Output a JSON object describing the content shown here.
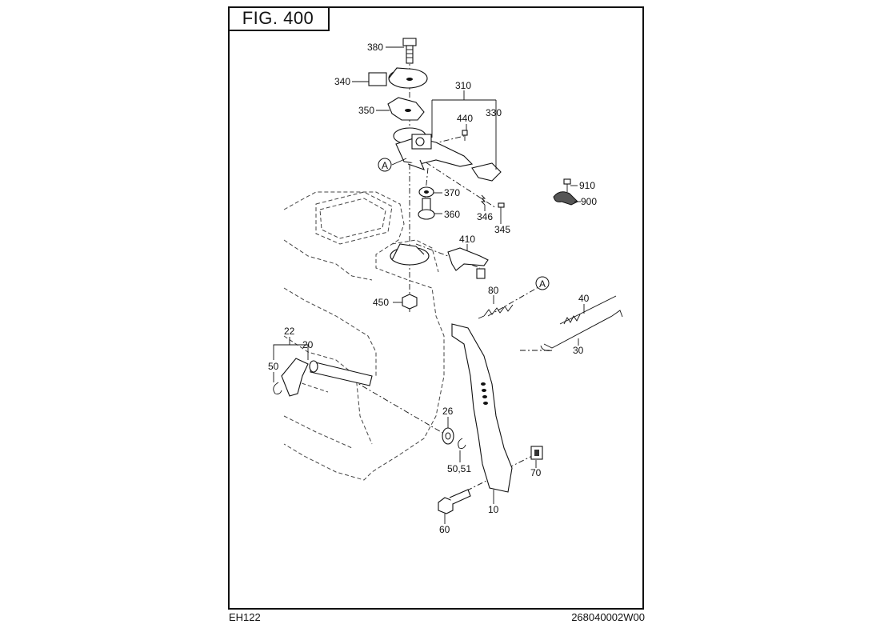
{
  "figure": {
    "title": "FIG. 400"
  },
  "footer": {
    "model": "EH122",
    "doc_number": "268040002W00"
  },
  "callouts": [
    {
      "id": "380",
      "text": "380"
    },
    {
      "id": "340",
      "text": "340"
    },
    {
      "id": "310",
      "text": "310"
    },
    {
      "id": "350",
      "text": "350"
    },
    {
      "id": "440",
      "text": "440"
    },
    {
      "id": "330",
      "text": "330"
    },
    {
      "id": "A1",
      "text": "A"
    },
    {
      "id": "910",
      "text": "910"
    },
    {
      "id": "900",
      "text": "900"
    },
    {
      "id": "370",
      "text": "370"
    },
    {
      "id": "360",
      "text": "360"
    },
    {
      "id": "346",
      "text": "346"
    },
    {
      "id": "345",
      "text": "345"
    },
    {
      "id": "410",
      "text": "410"
    },
    {
      "id": "80",
      "text": "80"
    },
    {
      "id": "A2",
      "text": "A"
    },
    {
      "id": "450",
      "text": "450"
    },
    {
      "id": "40",
      "text": "40"
    },
    {
      "id": "22",
      "text": "22"
    },
    {
      "id": "20",
      "text": "20"
    },
    {
      "id": "30",
      "text": "30"
    },
    {
      "id": "50",
      "text": "50"
    },
    {
      "id": "26",
      "text": "26"
    },
    {
      "id": "5051",
      "text": "50,51"
    },
    {
      "id": "70",
      "text": "70"
    },
    {
      "id": "10",
      "text": "10"
    },
    {
      "id": "60",
      "text": "60"
    }
  ]
}
